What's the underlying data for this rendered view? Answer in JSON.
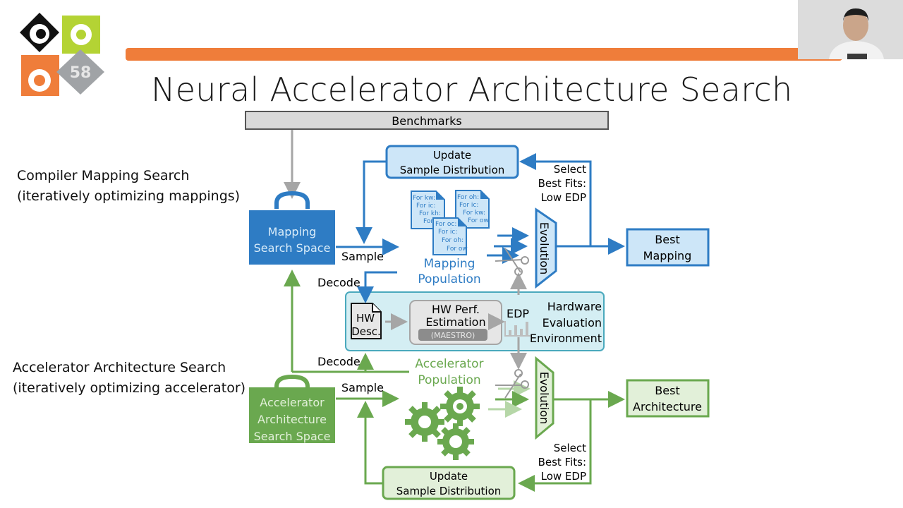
{
  "slide": {
    "title": "Neural Accelerator Architecture Search",
    "logo": {
      "icon": "conference-logo-icon",
      "number": "58"
    },
    "accent_color": "#ef7d3a",
    "webcam": {
      "icon": "presenter-webcam-feed"
    }
  },
  "colors": {
    "blue": "#2e7cc4",
    "blue_light": "#cde6f8",
    "green": "#6aa84f",
    "green_light": "#e2f0d9",
    "gray": "#a6a6a6",
    "teal_bg": "#d4eef3",
    "teal_border": "#4aa9bd",
    "orange": "#ef7d3a"
  },
  "left_labels": {
    "mapping_search": [
      "Compiler Mapping Search",
      "(iteratively optimizing mappings)"
    ],
    "accelerator_search": [
      "Accelerator Architecture Search",
      "(iteratively optimizing accelerator)"
    ]
  },
  "nodes": {
    "benchmarks": "Benchmarks",
    "update_top": [
      "Update",
      "Sample Distribution"
    ],
    "update_bottom": [
      "Update",
      "Sample Distribution"
    ],
    "mapping_space": [
      "Mapping",
      "Search Space"
    ],
    "accel_space": [
      "Accelerator",
      "Architecture",
      "Search Space"
    ],
    "mapping_population": [
      "Mapping",
      "Population"
    ],
    "accel_population": [
      "Accelerator",
      "Population"
    ],
    "evolution_top": "Evolution",
    "evolution_bottom": "Evolution",
    "best_mapping": [
      "Best",
      "Mapping"
    ],
    "best_architecture": [
      "Best",
      "Architecture"
    ],
    "hw_desc": [
      "HW",
      "Desc."
    ],
    "hw_perf": [
      "HW Perf.",
      "Estimation"
    ],
    "maestro": "(MAESTRO)",
    "edp": "EDP",
    "hw_env": [
      "Hardware",
      "Evaluation",
      "Environment"
    ]
  },
  "edge_labels": {
    "sample_top": "Sample",
    "decode_top": "Decode",
    "decode_bottom": "Decode",
    "sample_bottom": "Sample",
    "select_top": [
      "Select",
      "Best Fits:",
      "Low EDP"
    ],
    "select_bottom": [
      "Select",
      "Best Fits:",
      "Low EDP"
    ]
  },
  "mapping_docs": [
    [
      "For kw:",
      "For ic:",
      "For kh:",
      "For"
    ],
    [
      "For oh:",
      "For ic:",
      "For kw:",
      "For ow"
    ],
    [
      "For oc:",
      "For ic:",
      "For oh:",
      "For ow"
    ]
  ]
}
